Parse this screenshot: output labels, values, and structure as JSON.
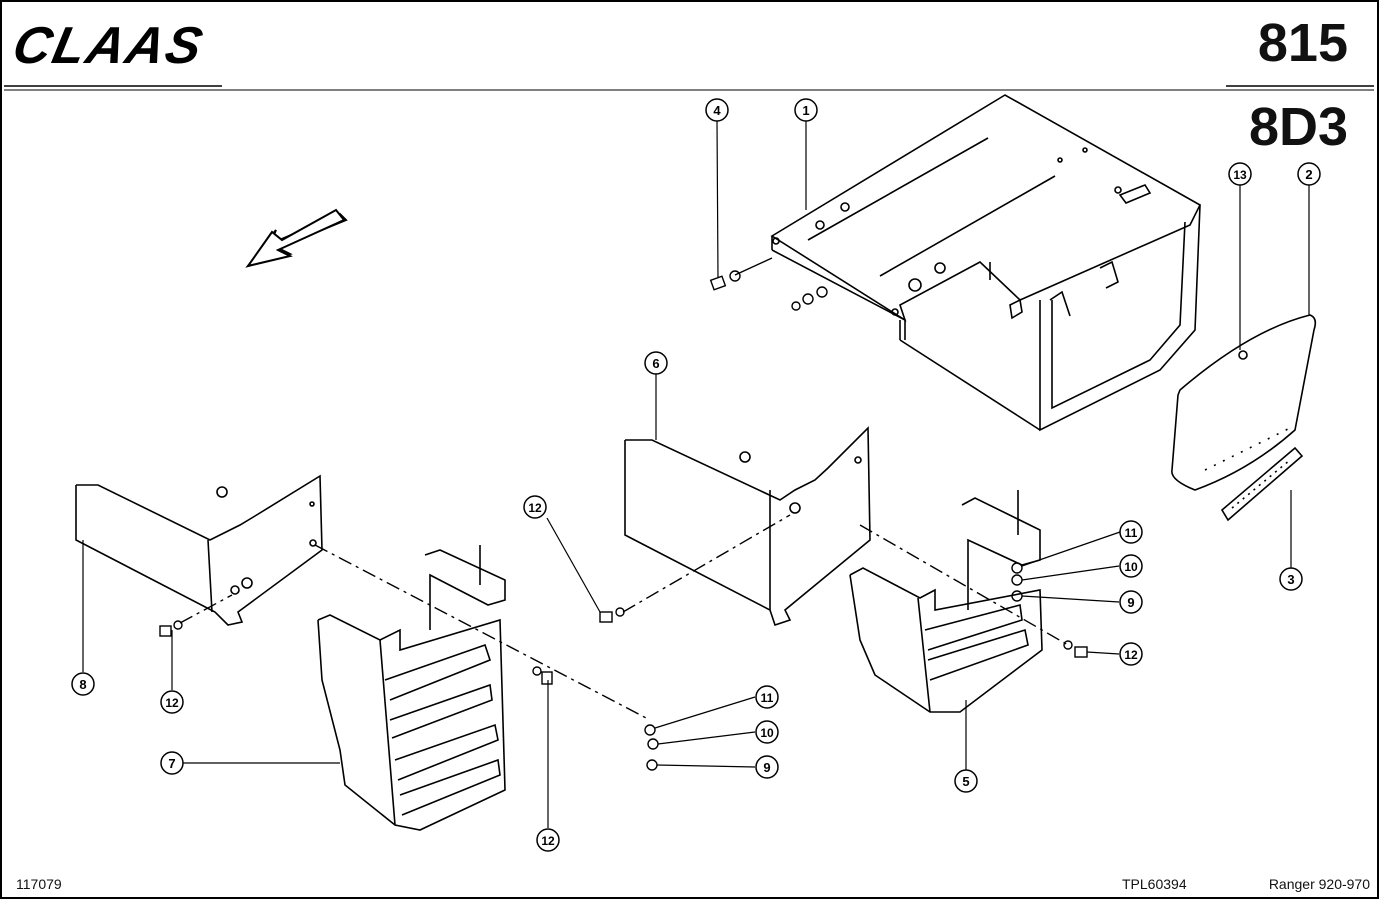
{
  "header": {
    "brand": "CLAAS",
    "page_number": "815",
    "group_code": "8D3"
  },
  "footer": {
    "drawing_id": "117079",
    "document_code": "TPL60394",
    "model_range": "Ranger 920-970"
  },
  "callouts": [
    {
      "id": "c1",
      "label": "1"
    },
    {
      "id": "c2",
      "label": "2"
    },
    {
      "id": "c3",
      "label": "3"
    },
    {
      "id": "c4",
      "label": "4"
    },
    {
      "id": "c5",
      "label": "5"
    },
    {
      "id": "c6",
      "label": "6"
    },
    {
      "id": "c7",
      "label": "7"
    },
    {
      "id": "c8",
      "label": "8"
    },
    {
      "id": "c9a",
      "label": "9"
    },
    {
      "id": "c9b",
      "label": "9"
    },
    {
      "id": "c10a",
      "label": "10"
    },
    {
      "id": "c10b",
      "label": "10"
    },
    {
      "id": "c11a",
      "label": "11"
    },
    {
      "id": "c11b",
      "label": "11"
    },
    {
      "id": "c12a",
      "label": "12"
    },
    {
      "id": "c12b",
      "label": "12"
    },
    {
      "id": "c12c",
      "label": "12"
    },
    {
      "id": "c12d",
      "label": "12"
    },
    {
      "id": "c13",
      "label": "13"
    }
  ]
}
